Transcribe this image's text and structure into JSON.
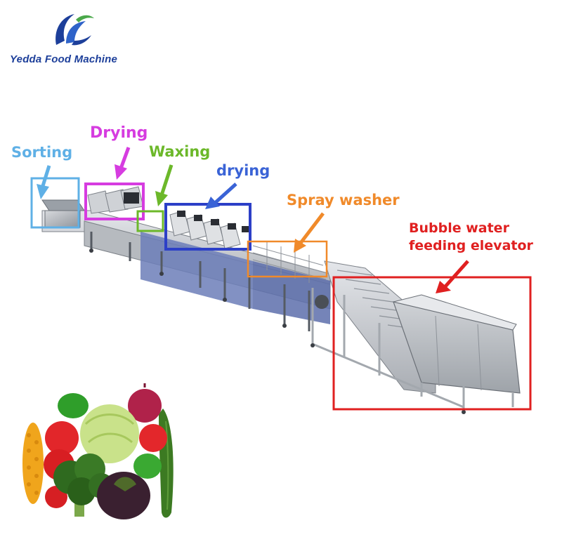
{
  "brand": {
    "name": "Yedda Food Machine",
    "logo_icon": "yedda-swoosh-logo-icon",
    "color": "#1d3f9a"
  },
  "stations": [
    {
      "id": "sorting",
      "label": "Sorting",
      "color": "#5fb0e6"
    },
    {
      "id": "drying-1",
      "label": "Drying",
      "color": "#d63ce0"
    },
    {
      "id": "waxing",
      "label": "Waxing",
      "color": "#6cb82a"
    },
    {
      "id": "drying-2",
      "label": "drying",
      "color": "#3a63d6"
    },
    {
      "id": "spray-washer",
      "label": "Spray washer",
      "color": "#f08a2a"
    },
    {
      "id": "bubble-elevator",
      "label_lines": [
        "Bubble water",
        "feeding elevator"
      ],
      "color": "#e02020"
    }
  ],
  "illustrations": {
    "machine": "vegetable-processing-line-illustration",
    "produce": "vegetable-pile-illustration"
  }
}
